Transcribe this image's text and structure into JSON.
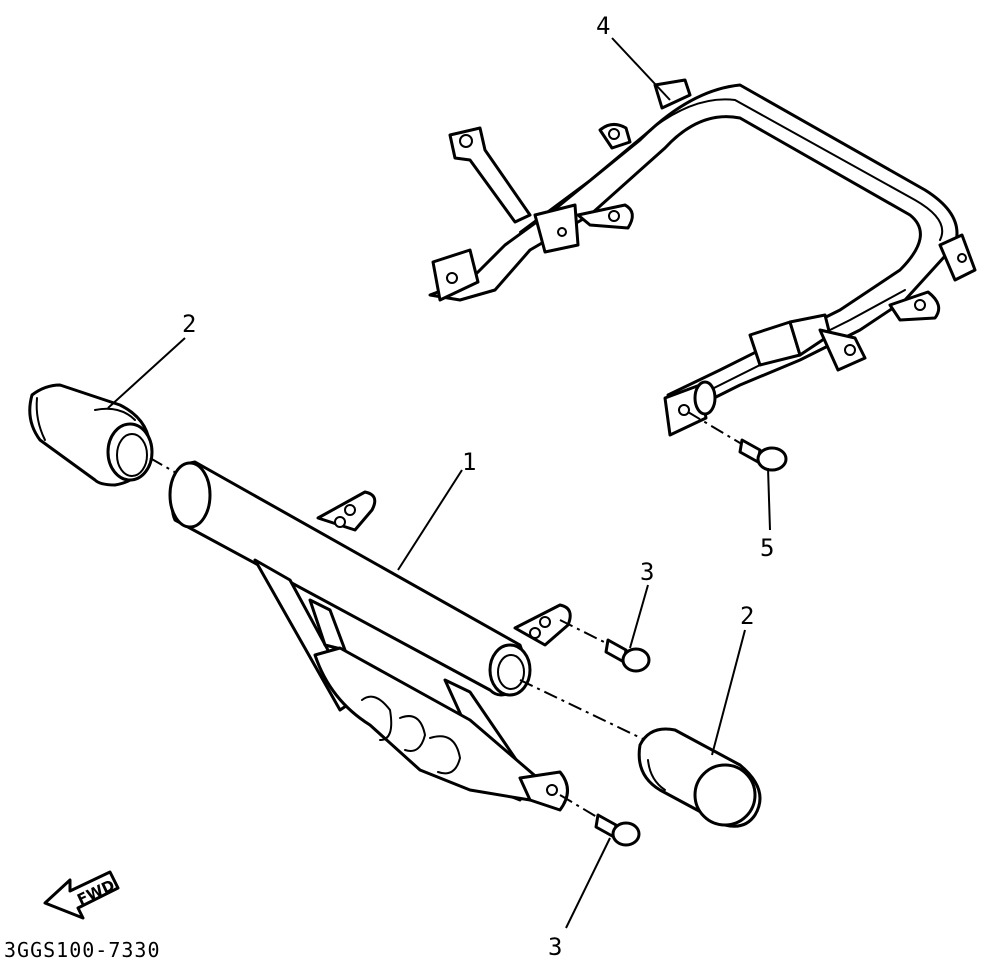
{
  "callouts": {
    "label_1": "1",
    "label_2_left": "2",
    "label_2_right": "2",
    "label_3_upper": "3",
    "label_3_lower": "3",
    "label_4": "4",
    "label_5": "5"
  },
  "fwd_arrow": {
    "label": "FWD",
    "icon": "fwd-arrow-icon"
  },
  "part_code": "3GGS100-7330",
  "colors": {
    "line": "#000000",
    "background": "#ffffff"
  }
}
